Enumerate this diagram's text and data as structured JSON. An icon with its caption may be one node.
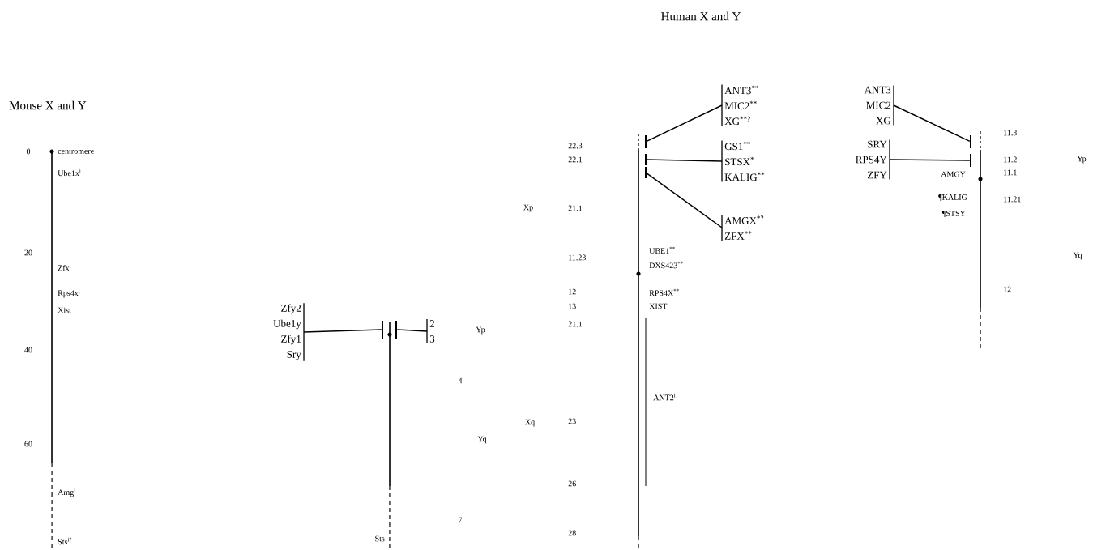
{
  "diagram": {
    "nodes": [
      {
        "text": [
          "Zfy2",
          "Ube1y",
          "Zfy1",
          "Sry"
        ]
      },
      {
        "text": [],
        "shape": "bar"
      },
      {
        "text": [],
        "shape": "bar"
      },
      {
        "text": [
          "2",
          "3"
        ]
      },
      {
        "text": [
          "ANT3$^{**}$",
          "MIC2$^{**}$",
          "XG$^{**?}$"
        ]
      },
      {
        "text": [
          "GS1$^{**}$",
          "STSX$^{*}$",
          "KALIG$^{**}$"
        ]
      },
      {
        "text": [
          "AMGX$^{*?}$",
          "ZFX$^{**}$"
        ]
      },
      {
        "text": [],
        "shape": "bar"
      },
      {
        "text": [],
        "shape": "bar"
      },
      {
        "text": [],
        "shape": "bar"
      },
      {
        "text": [
          "ANT3",
          "MIC2",
          "XG"
        ]
      },
      {
        "text": [
          "SRY",
          "RPS4Y",
          "ZFY"
        ]
      },
      {
        "text": [],
        "shape": "bar"
      },
      {
        "text": [],
        "shape": "bar"
      }
    ],
    "edges": [
      {
        "from": 0,
        "to": 1,
        "arrow": "none"
      },
      {
        "from": 2,
        "to": 3,
        "arrow": "none"
      },
      {
        "from": 4,
        "to": 7,
        "arrow": "none"
      },
      {
        "from": 5,
        "to": 8,
        "arrow": "none"
      },
      {
        "from": 6,
        "to": 9,
        "arrow": "none"
      },
      {
        "from": 10,
        "to": 12,
        "arrow": "none"
      },
      {
        "from": 11,
        "to": 13,
        "arrow": "none"
      }
    ],
    "labels": [
      "Human X and Y",
      "Mouse X and Y",
      "0",
      "centromere",
      "Ube1x$^{i}$",
      "20",
      "Zfx$^{i}$",
      "Rps4x$^{i}$",
      "40",
      "Xist",
      "60",
      "Amg$^{i}$",
      "Sts$^{i?}$",
      "Yp",
      "4",
      "Yq",
      "7",
      "Sts",
      "22.3",
      "22.1",
      "Xp",
      "21.1",
      "11.23",
      "UBE1$^{**}$",
      "DXS423$^{**}$",
      "12",
      "RPS4X$^{**}$",
      "13",
      "XIST",
      "21.1",
      "ANT2$^{i}$",
      "Xq",
      "23",
      "26",
      "28",
      "11.3",
      "11.2",
      "Yp",
      "AMGY",
      "11.1",
      "¶KALIG",
      "11.21",
      "¶STSY",
      "Yq",
      "12"
    ]
  }
}
